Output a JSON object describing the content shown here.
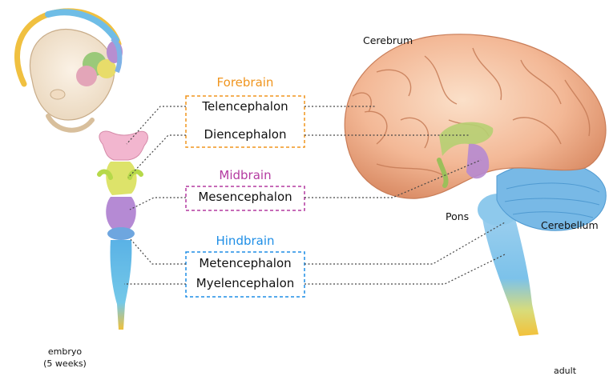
{
  "colors": {
    "forebrain": "#f0951e",
    "midbrain": "#b43aa0",
    "hindbrain": "#1e8ee6",
    "leader": "#444444"
  },
  "groups": {
    "forebrain": {
      "label": "Forebrain",
      "parts": [
        "Telencephalon",
        "Diencephalon"
      ]
    },
    "midbrain": {
      "label": "Midbrain",
      "parts": [
        "Mesencephalon"
      ]
    },
    "hindbrain": {
      "label": "Hindbrain",
      "parts": [
        "Metencephalon",
        "Myelencephalon"
      ]
    }
  },
  "adult_labels": {
    "cerebrum": "Cerebrum",
    "pons": "Pons",
    "cerebellum": "Cerebellum"
  },
  "captions": {
    "embryo_line1": "embryo",
    "embryo_line2": "(5 weeks)",
    "adult": "adult"
  }
}
